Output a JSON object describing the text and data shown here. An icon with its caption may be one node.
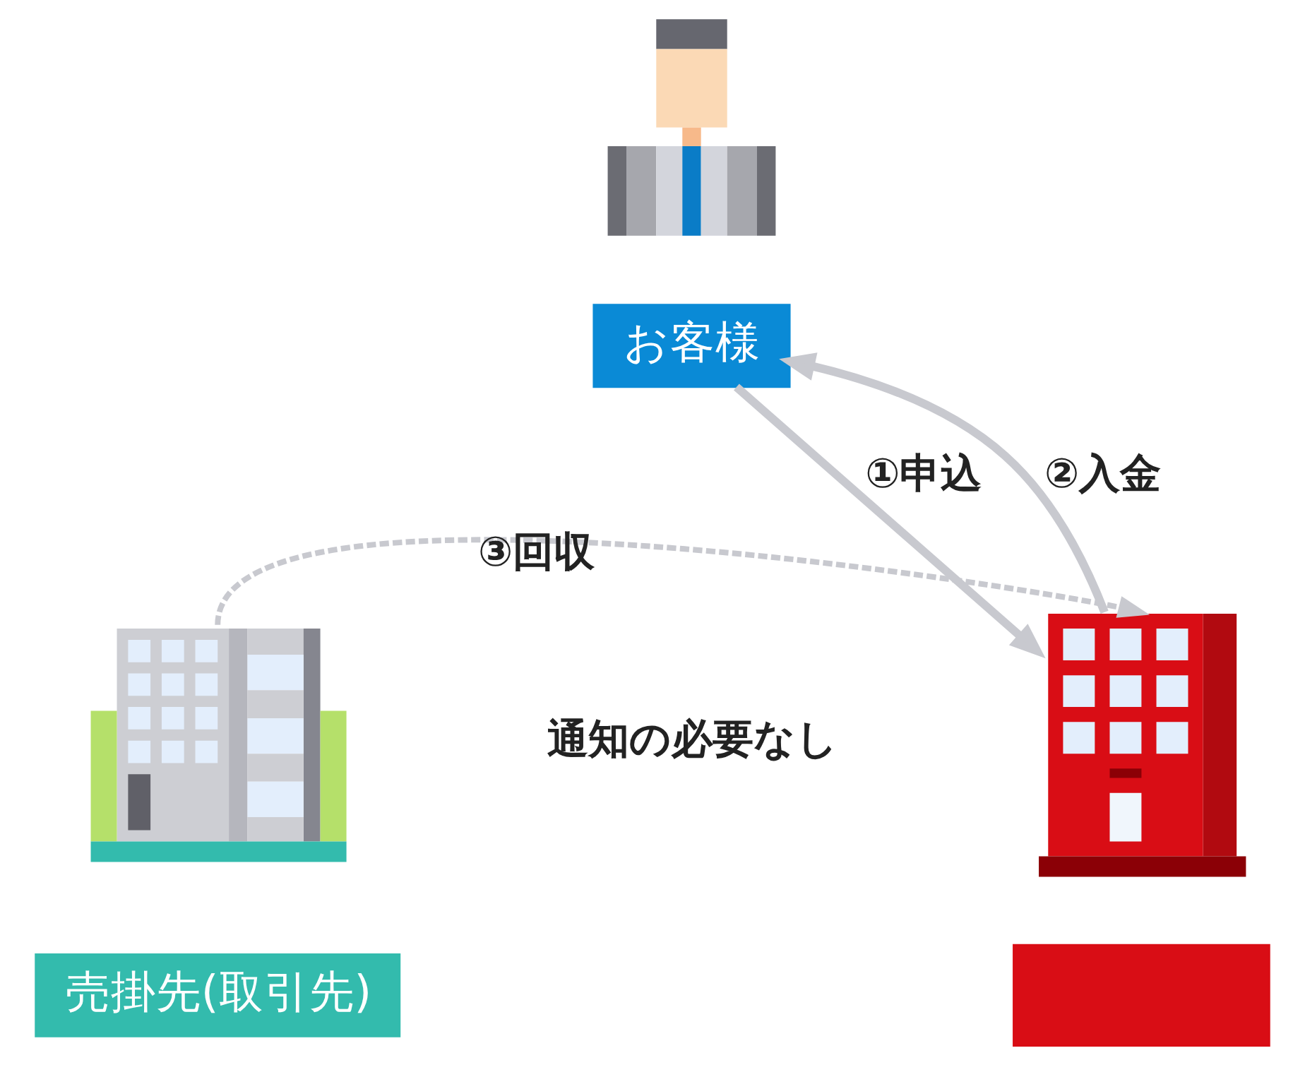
{
  "diagram": {
    "nodes": [
      {
        "text": [],
        "shape": "person"
      },
      {
        "text": [
          "お客様"
        ]
      },
      {
        "text": [],
        "shape": "picture"
      },
      {
        "text": [],
        "shape": "picture"
      },
      {
        "text": [
          "売掛先(取引先)"
        ]
      },
      {
        "text": [],
        "shape": "box"
      }
    ],
    "edges": [
      {
        "from": 1,
        "to": 3,
        "arrow": "to",
        "label": "①申込"
      },
      {
        "from": 3,
        "to": 1,
        "arrow": "to",
        "label": "②入金"
      },
      {
        "from": 2,
        "to": 3,
        "arrow": "to",
        "label": "③回収",
        "style": "dashed"
      }
    ],
    "labels": [
      "通知の必要なし"
    ]
  }
}
